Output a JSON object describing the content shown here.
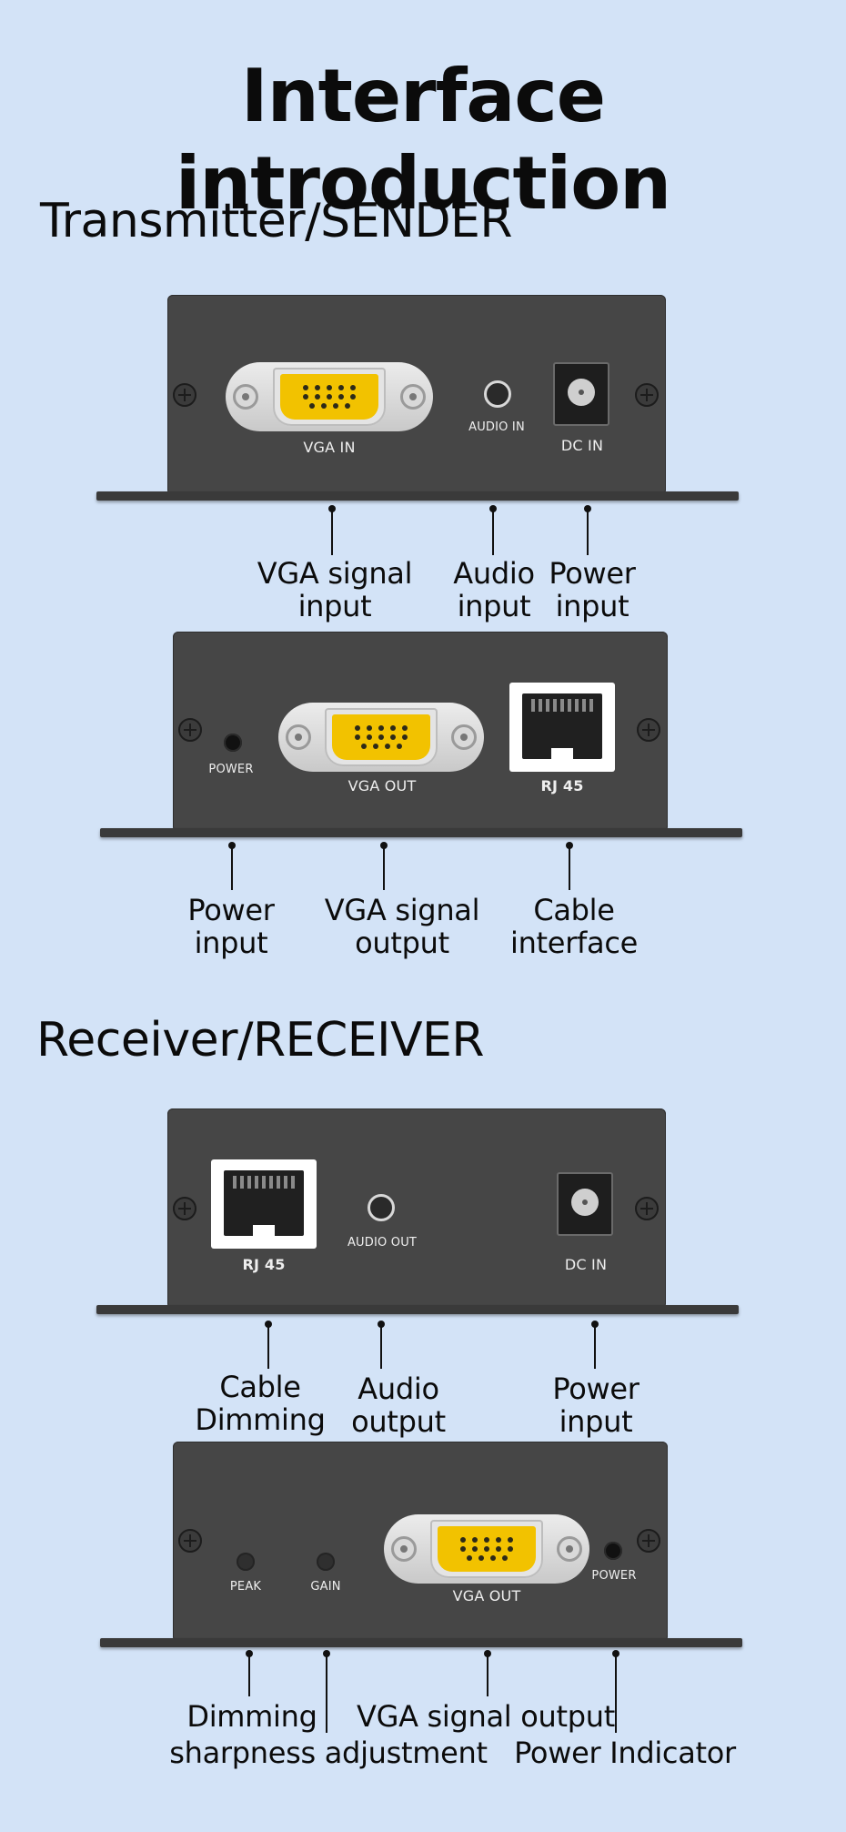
{
  "title": "Interface introduction",
  "sections": {
    "transmitter": "Transmitter/SENDER",
    "receiver": "Receiver/RECEIVER"
  },
  "panel_labels": {
    "tx_front": {
      "vga_in": "VGA IN",
      "audio_in": "AUDIO IN",
      "dc_in": "DC IN"
    },
    "tx_back": {
      "power": "POWER",
      "vga_out": "VGA OUT",
      "rj45": "RJ 45"
    },
    "rx_front": {
      "rj45": "RJ 45",
      "audio_out": "AUDIO OUT",
      "dc_in": "DC IN"
    },
    "rx_back": {
      "peak": "PEAK",
      "gain": "GAIN",
      "vga_out": "VGA OUT",
      "power": "POWER"
    }
  },
  "captions": {
    "tx_front": {
      "vga_line1": "VGA signal",
      "vga_line2": "input",
      "audio_line1": "Audio",
      "audio_line2": "input",
      "power_line1": "Power",
      "power_line2": "input"
    },
    "tx_back": {
      "power_line1": "Power",
      "power_line2": "input",
      "vga_line1": "VGA signal",
      "vga_line2": "output",
      "cable_line1": "Cable",
      "cable_line2": "interface"
    },
    "rx_front": {
      "cable_line1": "Cable",
      "cable_line2": "Dimming",
      "audio_line1": "Audio",
      "audio_line2": "output",
      "power_line1": "Power",
      "power_line2": "input"
    },
    "rx_back": {
      "dimming_line1": "Dimming",
      "dimming_line2": "sharpness adjustment",
      "vga_output": "VGA signal output",
      "power_indicator": "Power Indicator"
    }
  },
  "colors": {
    "background": "#d3e3f7",
    "device": "#464646",
    "vga_face": "#f2c200"
  }
}
